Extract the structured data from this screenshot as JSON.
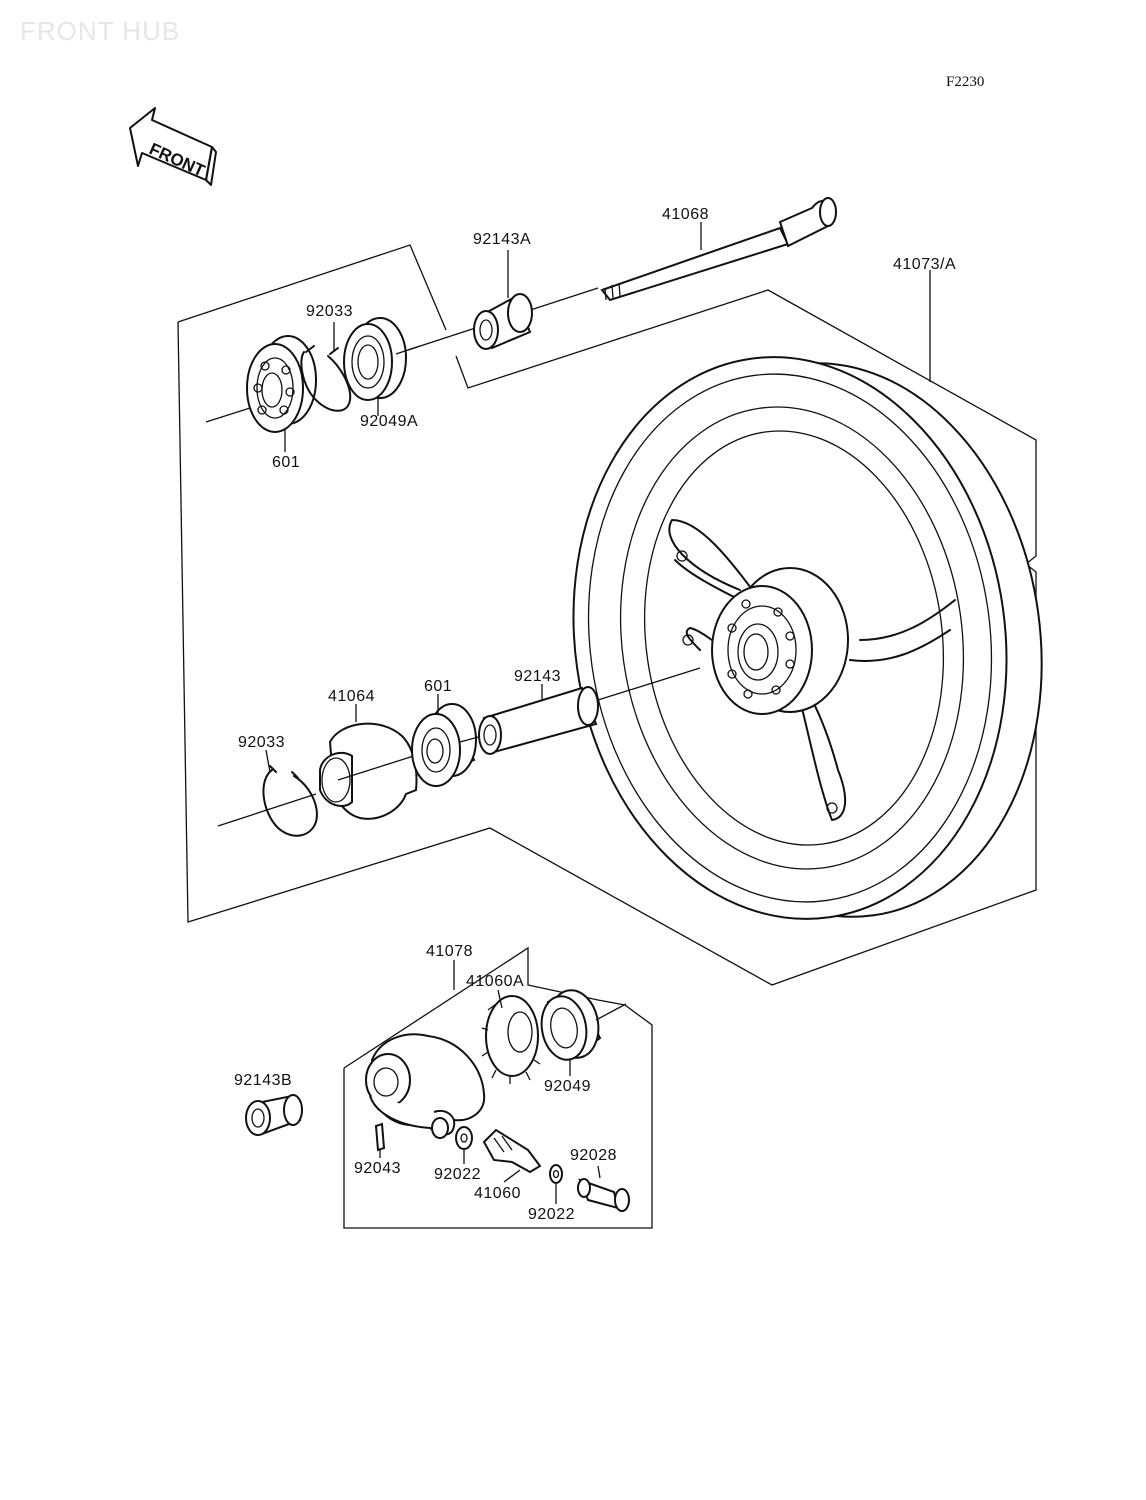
{
  "watermark": "FRONT HUB",
  "figure_code": "F2230",
  "front_arrow": "FRONT",
  "parts": {
    "p41068": "41068",
    "p92143A": "92143A",
    "p92033_top": "92033",
    "p41073A": "41073/A",
    "p92049A": "92049A",
    "p601_top": "601",
    "p41064": "41064",
    "p601_mid": "601",
    "p92143": "92143",
    "p92033_mid": "92033",
    "p41078": "41078",
    "p41060A": "41060A",
    "p92049": "92049",
    "p92143B": "92143B",
    "p92043": "92043",
    "p92022_a": "92022",
    "p41060": "41060",
    "p92028": "92028",
    "p92022_b": "92022"
  }
}
